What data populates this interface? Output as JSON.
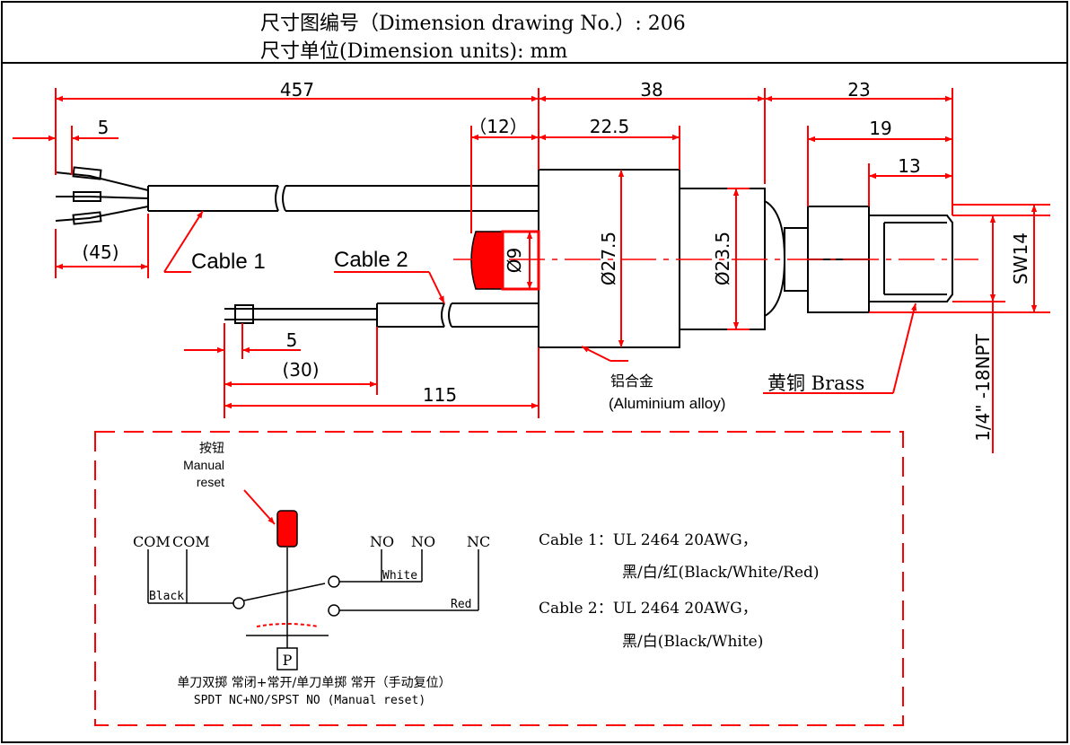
{
  "header": {
    "drawing_no": "尺寸图编号（Dimension drawing No.）: 206",
    "units": "尺寸单位(Dimension units): mm"
  },
  "dimensions": {
    "d457": "457",
    "d38": "38",
    "d23": "23",
    "d5_top": "5",
    "d12": "（12）",
    "d22_5": "22.5",
    "d19": "19",
    "d13": "13",
    "d45": "(45)",
    "d5_bottom": "5",
    "d30": "(30)",
    "d115": "115",
    "dia27_5": "Ø27.5",
    "dia23_5": "Ø23.5",
    "dia9": "Ø9",
    "sw14": "SW14",
    "npt": "1/4\" -18NPT"
  },
  "labels": {
    "cable1": "Cable 1",
    "cable2": "Cable 2",
    "aluminium_cn": "铝合金",
    "aluminium_en": "(Aluminium alloy)",
    "brass": "黄铜 Brass"
  },
  "schematic": {
    "button_cn": "按钮",
    "button_en1": "Manual",
    "button_en2": "reset",
    "com1": "COM",
    "com2": "COM",
    "no1": "NO",
    "no2": "NO",
    "nc": "NC",
    "white": "White",
    "black": "Black",
    "red": "Red",
    "p": "P",
    "caption_cn": "单刀双掷 常闭+常开/单刀单掷 常开（手动复位）",
    "caption_en": "SPDT NC+NO/SPST NO (Manual reset)"
  },
  "cable_specs": {
    "c1_line1": "Cable 1：UL 2464 20AWG，",
    "c1_line2": "黑/白/红(Black/White/Red)",
    "c2_line1": "Cable 2：UL 2464 20AWG，",
    "c2_line2": "黑/白(Black/White)"
  },
  "colors": {
    "dimension": "#ff0000",
    "outline": "#000000"
  }
}
